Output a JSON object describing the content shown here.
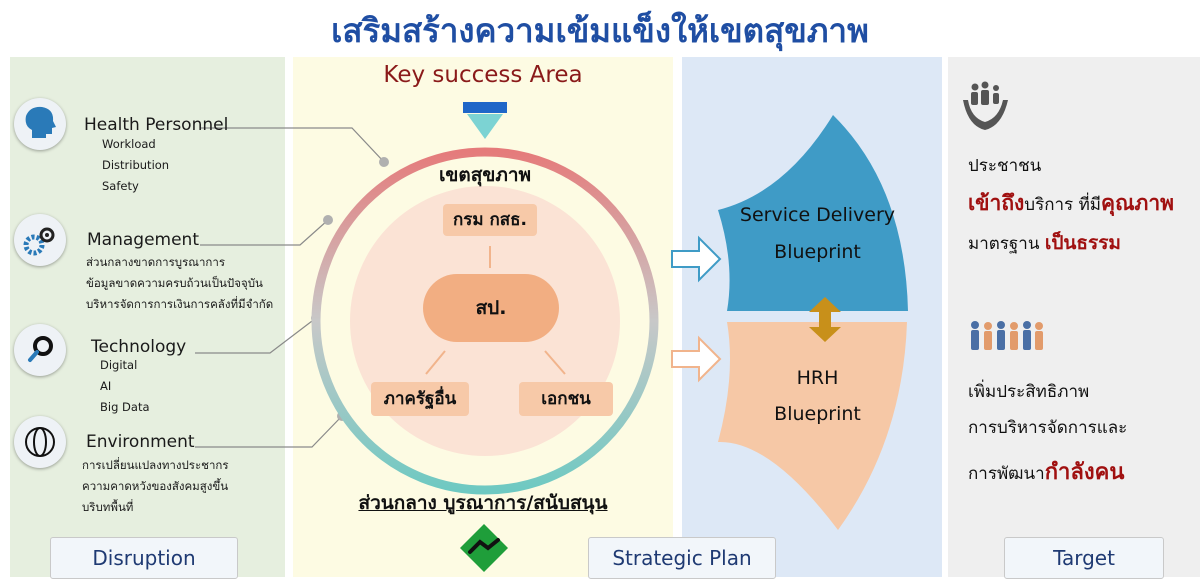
{
  "title": "เสริมสร้างความเข้มแข็งให้เขตสุขภาพ",
  "key_success": "Key success Area",
  "disruption": {
    "footer": "Disruption",
    "items": [
      {
        "icon": "head-profile-icon",
        "label": "Health Personnel",
        "subs": [
          "Workload",
          "Distribution",
          "Safety"
        ]
      },
      {
        "icon": "gears-icon",
        "label": "Management",
        "subs": [
          "ส่วนกลางขาดการบูรณาการ",
          "ข้อมูลขาดความครบถ้วนเป็นปัจจุบัน",
          "บริหารจัดการการเงินการคลังที่มีจำกัด"
        ]
      },
      {
        "icon": "magnifier-icon",
        "label": "Technology",
        "subs": [
          "Digital",
          "AI",
          "Big Data"
        ]
      },
      {
        "icon": "globe-icon",
        "label": "Environment",
        "subs": [
          "การเปลี่ยนแปลงทางประชากร",
          "ความคาดหวังของสังคมสูงขึ้น",
          "บริบทพื้นที่"
        ]
      }
    ]
  },
  "center": {
    "ring_title": "เขตสุขภาพ",
    "dept": "กรม กสธ.",
    "core": "สป.",
    "gov": "ภาครัฐอื่น",
    "private": "เอกชน",
    "support": "ส่วนกลาง บูรณาการ/สนับสนุน"
  },
  "strategic": {
    "footer": "Strategic Plan",
    "service_line1": "Service Delivery",
    "service_line2": "Blueprint",
    "hrh_line1": "HRH",
    "hrh_line2": "Blueprint"
  },
  "target": {
    "footer": "Target",
    "people": "ประชาชน",
    "access": "เข้าถึง",
    "service": "บริการ ที่มี",
    "quality": "คุณภาพ",
    "standard": "มาตรฐาน ",
    "fair": "เป็นธรรม",
    "efficiency": "เพิ่มประสิทธิภาพ",
    "management": "การบริหารจัดการและ",
    "develop": "การพัฒนา",
    "workforce": "กำลังคน"
  },
  "colors": {
    "title": "#1f4ea3",
    "service": "#3f9bc6",
    "hrh": "#f6c8a6",
    "target_red": "#a01010"
  }
}
